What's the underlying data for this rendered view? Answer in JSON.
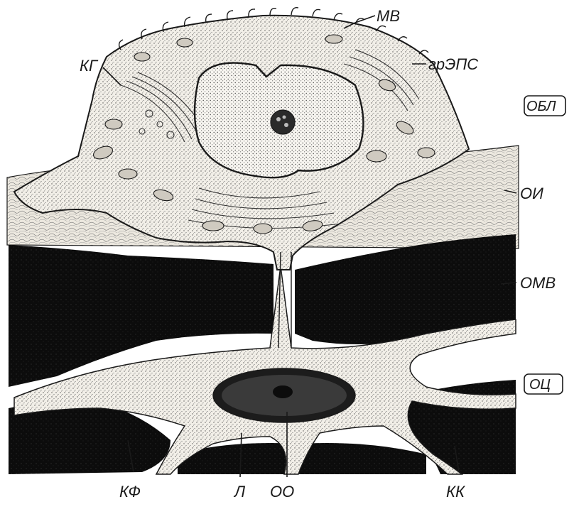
{
  "labels": {
    "mv": "МВ",
    "grEPS": "грЭПС",
    "kg": "КГ",
    "obl": "ОБЛ",
    "oi": "ОИ",
    "omv": "ОМВ",
    "oc": "ОЦ",
    "kf": "КФ",
    "l": "Л",
    "oo": "ОО",
    "kk": "КК"
  },
  "colors": {
    "ink": "#1a1a1a",
    "paper": "#ffffff",
    "matrix": "#0e0e0e",
    "osteoid": "#e9e6df",
    "cytoplasm": "#f4f1ea"
  }
}
